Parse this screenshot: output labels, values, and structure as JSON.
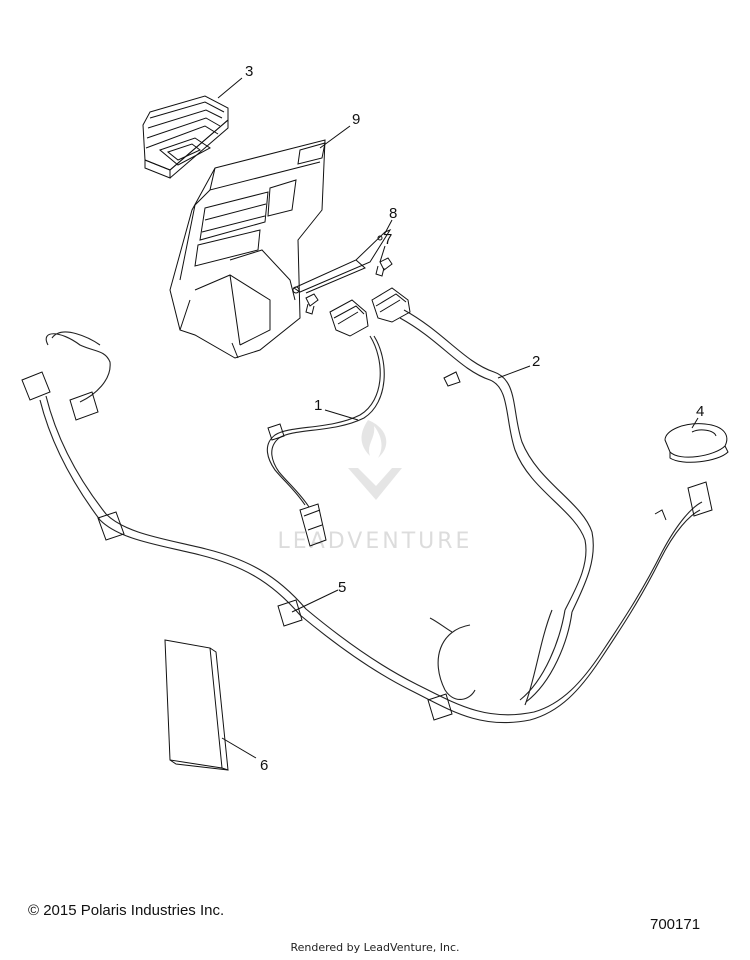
{
  "callouts": [
    {
      "id": "1",
      "label": "1"
    },
    {
      "id": "2",
      "label": "2"
    },
    {
      "id": "3",
      "label": "3"
    },
    {
      "id": "4",
      "label": "4"
    },
    {
      "id": "5",
      "label": "5"
    },
    {
      "id": "6",
      "label": "6"
    },
    {
      "id": "7",
      "label": "7"
    },
    {
      "id": "8",
      "label": "8"
    },
    {
      "id": "9",
      "label": "9"
    }
  ],
  "watermark": "LEADVENTURE",
  "copyright": "© 2015 Polaris Industries Inc.",
  "figure_number": "700171",
  "rendered_by": "Rendered by LeadVenture, Inc."
}
